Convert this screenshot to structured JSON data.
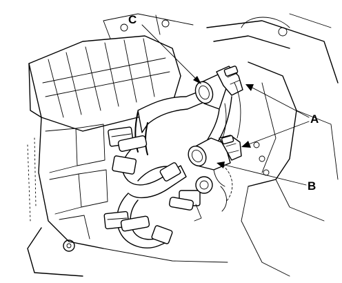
{
  "callouts": {
    "A": "A",
    "B": "B",
    "C": "C"
  },
  "colors": {
    "line": "#000000",
    "background": "#ffffff"
  }
}
